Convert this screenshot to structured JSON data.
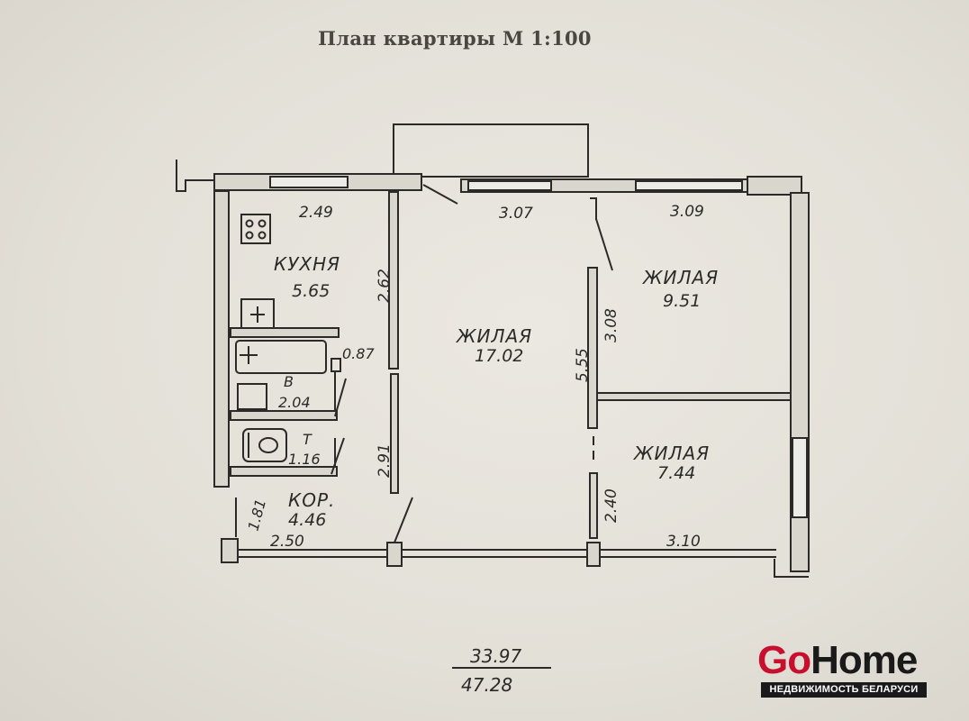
{
  "title": "План квартиры М 1:100",
  "rooms": {
    "kitchen": {
      "name": "КУХНЯ",
      "area": "5.65"
    },
    "living_main": {
      "name": "ЖИЛАЯ",
      "area": "17.02"
    },
    "living_ne": {
      "name": "ЖИЛАЯ",
      "area": "9.51"
    },
    "living_se": {
      "name": "ЖИЛАЯ",
      "area": "7.44"
    },
    "bath": {
      "name": "В",
      "area": "2.04"
    },
    "toilet": {
      "name": "Т",
      "area": "1.16"
    },
    "corridor": {
      "name": "КОР.",
      "area": "4.46"
    }
  },
  "dimensions": {
    "kitchen_width": "2.49",
    "kitchen_depth": "2.62",
    "bath_width": "0.87",
    "corridor_depth": "2.91",
    "corridor_width_left": "1.81",
    "corridor_width": "2.50",
    "main_width": "3.07",
    "main_depth": "5.55",
    "ne_width": "3.09",
    "ne_depth": "3.08",
    "se_depth": "2.40",
    "se_width": "3.10"
  },
  "totals": {
    "living": "33.97",
    "overall": "47.28"
  },
  "logo": {
    "go": "Go",
    "home": "Home",
    "tagline": "НЕДВИЖИМОСТЬ БЕЛАРУСИ",
    "brand_red": "#c8102e"
  }
}
